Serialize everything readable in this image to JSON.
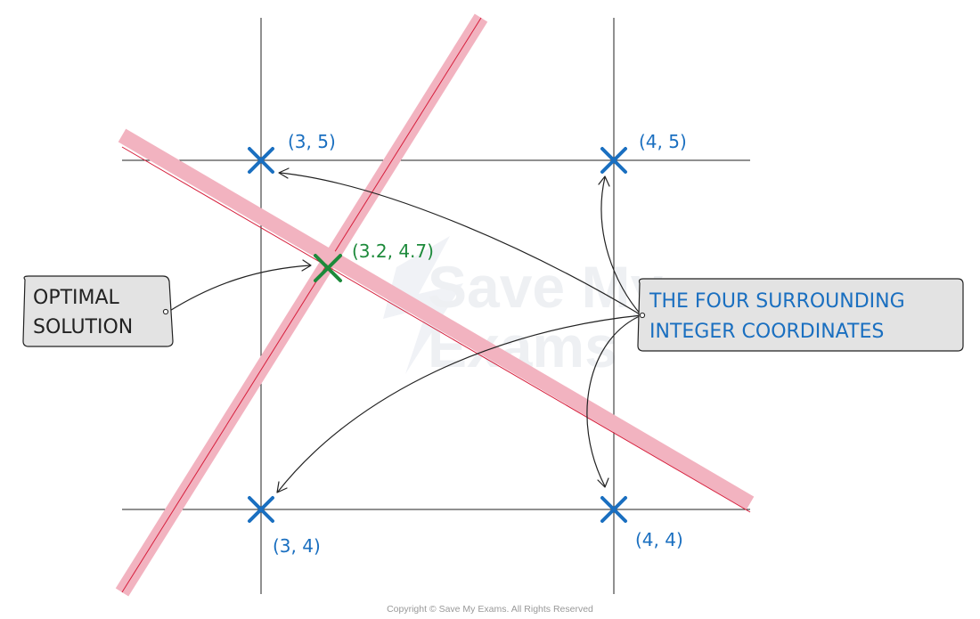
{
  "points": {
    "p35": {
      "label": "(3, 5)"
    },
    "p45": {
      "label": "(4, 5)"
    },
    "p34": {
      "label": "(3, 4)"
    },
    "p44": {
      "label": "(4, 4)"
    },
    "optimal": {
      "label": "(3.2, 4.7)"
    }
  },
  "callouts": {
    "optimal": {
      "line1": "OPTIMAL",
      "line2": "SOLUTION"
    },
    "surrounding": {
      "line1": "THE FOUR SURROUNDING",
      "line2": "INTEGER COORDINATES"
    }
  },
  "watermark": {
    "line1": "Save My",
    "line2": "Exams"
  },
  "copyright": "Copyright © Save My Exams. All Rights Reserved",
  "colors": {
    "grid": "#222222",
    "constraint_fill": "#f2b3c0",
    "constraint_line": "#d61f3c",
    "integer_point": "#1a6fc0",
    "optimal_point": "#1d8a3b",
    "callout_fill": "#e3e3e3"
  }
}
